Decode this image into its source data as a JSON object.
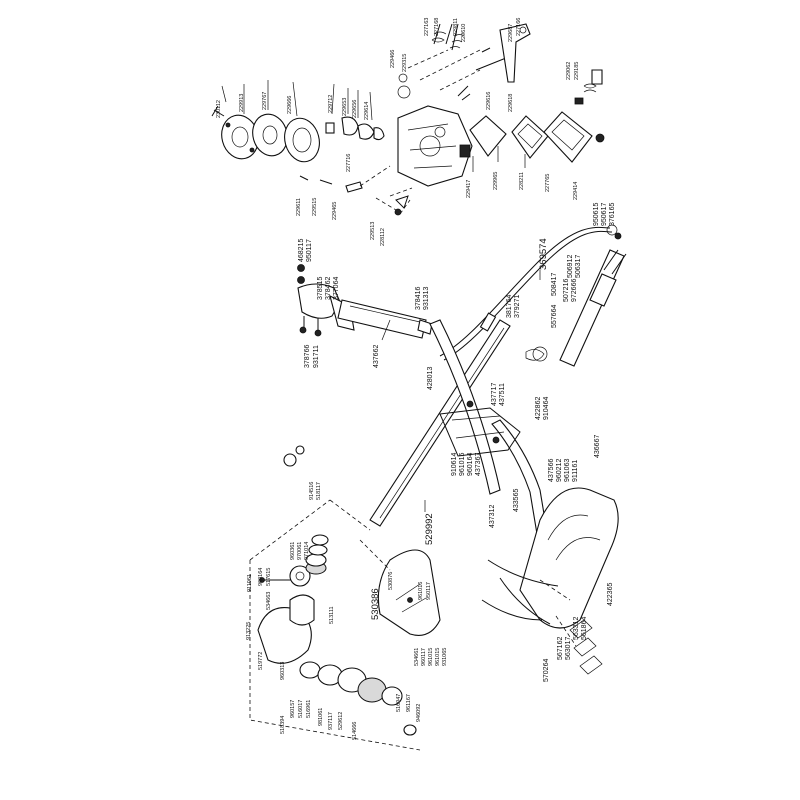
{
  "carb": [
    "230112",
    "229913",
    "229767",
    "229666",
    "229712",
    "229653",
    "229656",
    "229614",
    "229466",
    "229315",
    "227163",
    "227168",
    "229811",
    "229610",
    "229687",
    "227166",
    "229062",
    "229185",
    "229616",
    "229618",
    "229417",
    "229965",
    "228211",
    "227765",
    "229414",
    "227716",
    "229611",
    "229515",
    "229465",
    "229513",
    "228112"
  ],
  "throttle": {
    "top": [
      "468215",
      "950117",
      "378515",
      "378462",
      "377064"
    ],
    "bottom": [
      "378766",
      "931711"
    ],
    "tube": "437662",
    "clamp": [
      "378416",
      "931313"
    ]
  },
  "cable": [
    "381764",
    "379271",
    "369574"
  ],
  "engine_top": [
    "950615",
    "950617",
    "376165"
  ],
  "engine_cluster": [
    "506912",
    "506317",
    "508417",
    "507216",
    "972666",
    "557664"
  ],
  "center": {
    "shaft": "428013",
    "clamp_a": [
      "437717",
      "437511"
    ],
    "clamp_b": [
      "422862",
      "910464"
    ],
    "left_stack": [
      "910614",
      "961015",
      "960164",
      "437367"
    ],
    "right_stack": [
      "437566",
      "960212",
      "961063",
      "911161",
      "436667"
    ],
    "handle_a": "437312",
    "handle_b": "433565"
  },
  "harness": {
    "main": "422365",
    "parts": [
      "570264",
      "567162",
      "563017",
      "563312",
      "561864"
    ]
  },
  "guard": {
    "big": "529992",
    "side": "530386",
    "fasteners": [
      "961016",
      "950117",
      "530876",
      "534661",
      "960117",
      "961015",
      "961015",
      "931065"
    ]
  },
  "head": {
    "left": [
      "913225",
      "519772",
      "960313",
      "518394"
    ],
    "mid": [
      "911061",
      "960164",
      "517615",
      "534663",
      "513111",
      "960157",
      "516017",
      "516961",
      "981061",
      "937117",
      "529612",
      "514666"
    ],
    "top": [
      "960361",
      "970061",
      "971014",
      "914516",
      "518117"
    ],
    "bottom": [
      "516947",
      "961167",
      "946092"
    ]
  }
}
